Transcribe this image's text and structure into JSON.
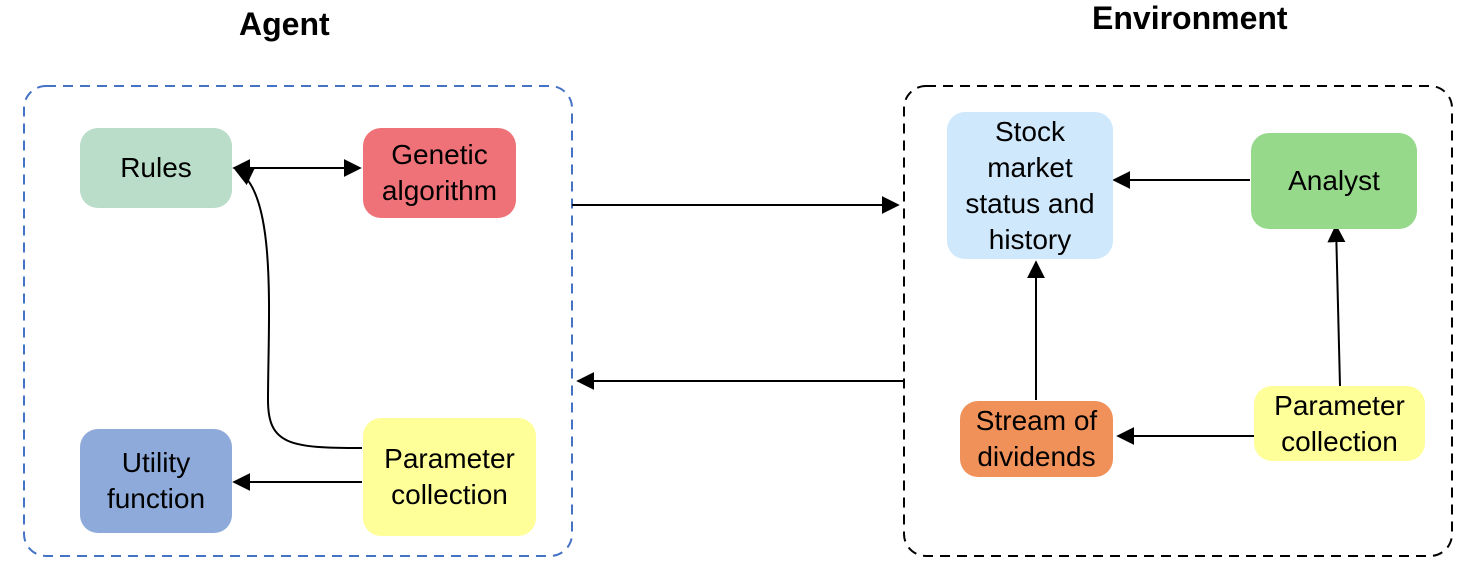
{
  "titles": {
    "agent": "Agent",
    "environment": "Environment"
  },
  "colors": {
    "agent_border": "#4472c4",
    "environment_border": "#000000",
    "rules": "#b9ddc9",
    "genetic": "#ef7279",
    "utility": "#8eaadb",
    "param": "#ffff99",
    "stock": "#cfe8fb",
    "analyst": "#96d98a",
    "stream": "#f0915a"
  },
  "agent": {
    "rules": "Rules",
    "genetic_algorithm": "Genetic\nalgorithm",
    "utility_function": "Utility\nfunction",
    "parameter_collection": "Parameter\ncollection"
  },
  "environment": {
    "stock_market": "Stock\nmarket\nstatus and\nhistory",
    "analyst": "Analyst",
    "stream_of_dividends": "Stream of\ndividends",
    "parameter_collection": "Parameter\ncollection"
  }
}
